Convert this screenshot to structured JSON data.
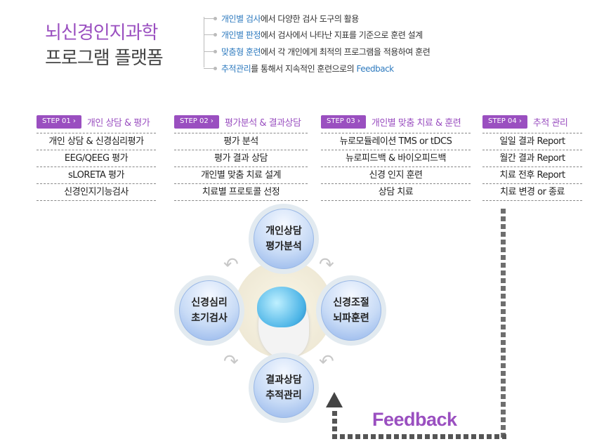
{
  "header": {
    "title_line1": "뇌신경인지과학",
    "title_line2": "프로그램 플랫폼"
  },
  "bullets": [
    {
      "highlight": "개인별 검사",
      "rest": "에서 다양한 검사 도구의 활용"
    },
    {
      "highlight": "개인별 판정",
      "rest": "에서 검사에서 나타난 지표를 기준으로 훈련 설계"
    },
    {
      "highlight": "맞춤형 훈련",
      "rest": "에서 각 개인에게 최적의 프로그램을 적용하여 훈련"
    },
    {
      "highlight": "추적관리",
      "rest": "를 통해서 지속적인 훈련으로의 ",
      "tail": "Feedback"
    }
  ],
  "steps": [
    {
      "badge": "STEP 01  ›",
      "title": "개인 상담 & 평가",
      "items": [
        "개인 상담 & 신경심리평가",
        "EEG/QEEG 평가",
        "sLORETA 평가",
        "신경인지기능검사"
      ]
    },
    {
      "badge": "STEP 02  ›",
      "title": "평가분석 & 결과상담",
      "items": [
        "평가 분석",
        "평가 결과 상담",
        "개인별 맞춤 치료 설계",
        "치료별 프로토콜 선정"
      ]
    },
    {
      "badge": "STEP 03  ›",
      "title": "개인별 맞춤 치료 & 훈련",
      "items": [
        "뉴로모듈레이션 TMS or tDCS",
        "뉴로피드백 & 바이오피드백",
        "신경 인지 훈련",
        "상담 치료"
      ]
    },
    {
      "badge": "STEP 04  ›",
      "title": "추적 관리",
      "items": [
        "일일 결과 Report",
        "월간 결과 Report",
        "치료 전후 Report",
        "치료 변경 or 종료"
      ]
    }
  ],
  "cycle": {
    "top": "개인상담\n평가분석",
    "right": "신경조절\n뇌파훈련",
    "bottom": "결과상담\n추적관리",
    "left": "신경심리\n초기검사"
  },
  "feedback_label": "Feedback",
  "colors": {
    "accent": "#9a4fc0",
    "highlight": "#2f7bbf"
  }
}
